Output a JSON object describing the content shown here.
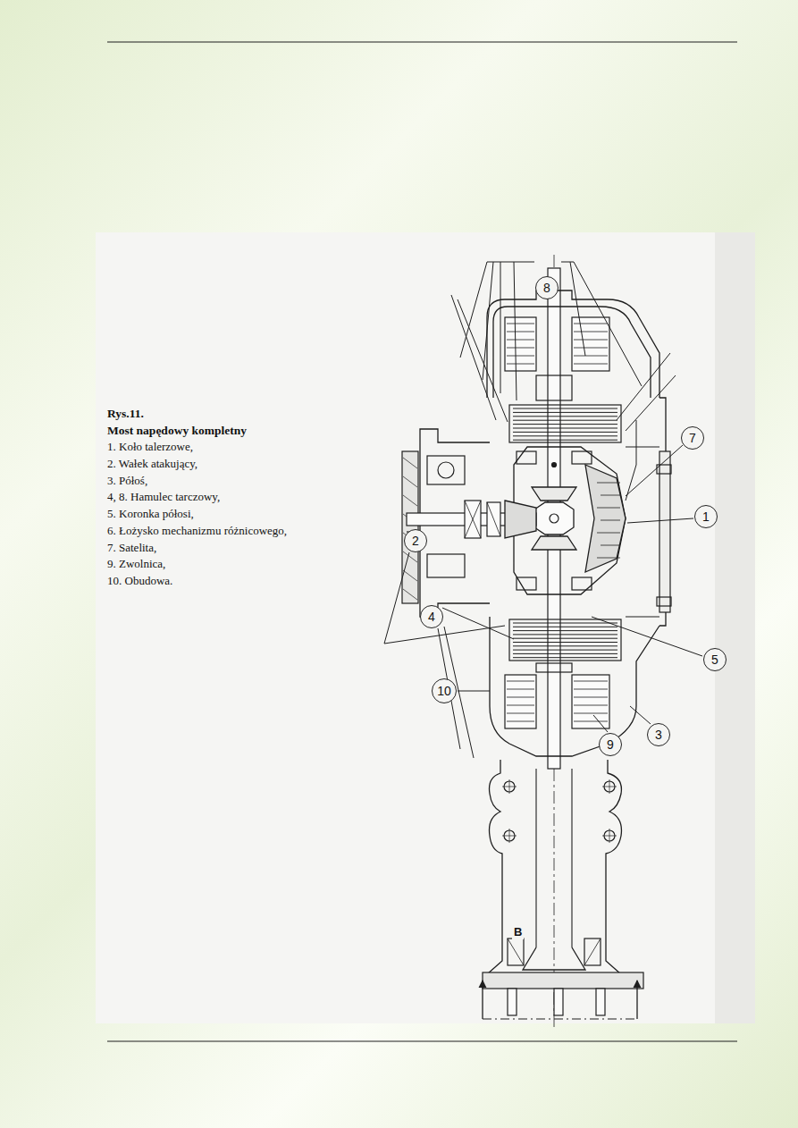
{
  "diagram": {
    "nodes": [
      {
        "text": [
          "8"
        ]
      },
      {
        "text": [
          "7"
        ]
      },
      {
        "text": [
          "1"
        ]
      },
      {
        "text": [
          "2"
        ]
      },
      {
        "text": [
          "4"
        ]
      },
      {
        "text": [
          "5"
        ]
      },
      {
        "text": [
          "10"
        ]
      },
      {
        "text": [
          "3"
        ]
      },
      {
        "text": [
          "9"
        ]
      }
    ],
    "labels": [
      "Rys.11.",
      "Most napędowy kompletny",
      "1. Koło talerzowe,",
      "2. Wałek atakujący,",
      "3. Półoś,",
      "4, 8. Hamulec tarczowy,",
      "5. Koronka półosi,",
      "6. Łożysko mechanizmu różnicowego,",
      "7. Satelita,",
      "9. Zwolnica,",
      "10. Obudowa.",
      "B"
    ]
  }
}
